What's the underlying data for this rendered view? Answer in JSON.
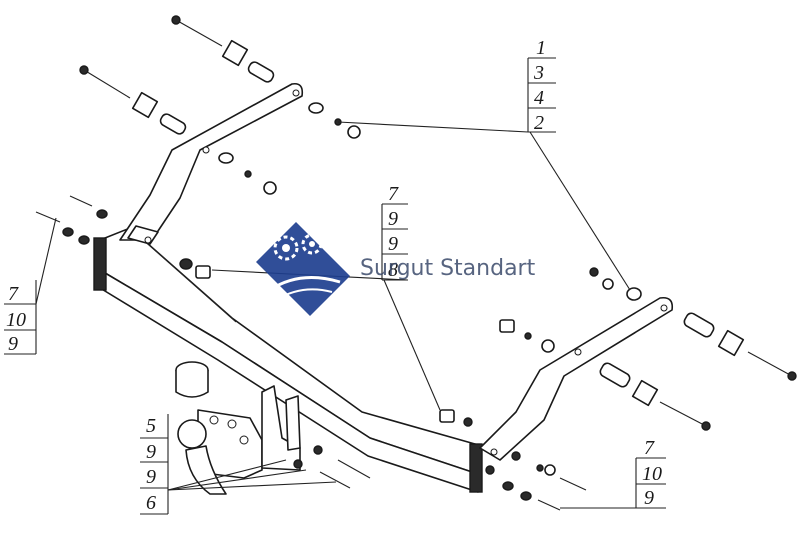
{
  "watermark": {
    "text": "Surgut Standart",
    "colors": {
      "blue": "#1e3f8f",
      "gear": "#ffffff",
      "text": "#3a4a6a"
    }
  },
  "callouts": [
    {
      "id": "top-right",
      "labels": [
        "1",
        "3",
        "4",
        "2"
      ]
    },
    {
      "id": "center",
      "labels": [
        "7",
        "9",
        "9",
        "8"
      ]
    },
    {
      "id": "left",
      "labels": [
        "7",
        "10",
        "9"
      ]
    },
    {
      "id": "bottom-left",
      "labels": [
        "5",
        "9",
        "9",
        "6"
      ]
    },
    {
      "id": "bottom-right",
      "labels": [
        "7",
        "10",
        "9"
      ]
    }
  ]
}
